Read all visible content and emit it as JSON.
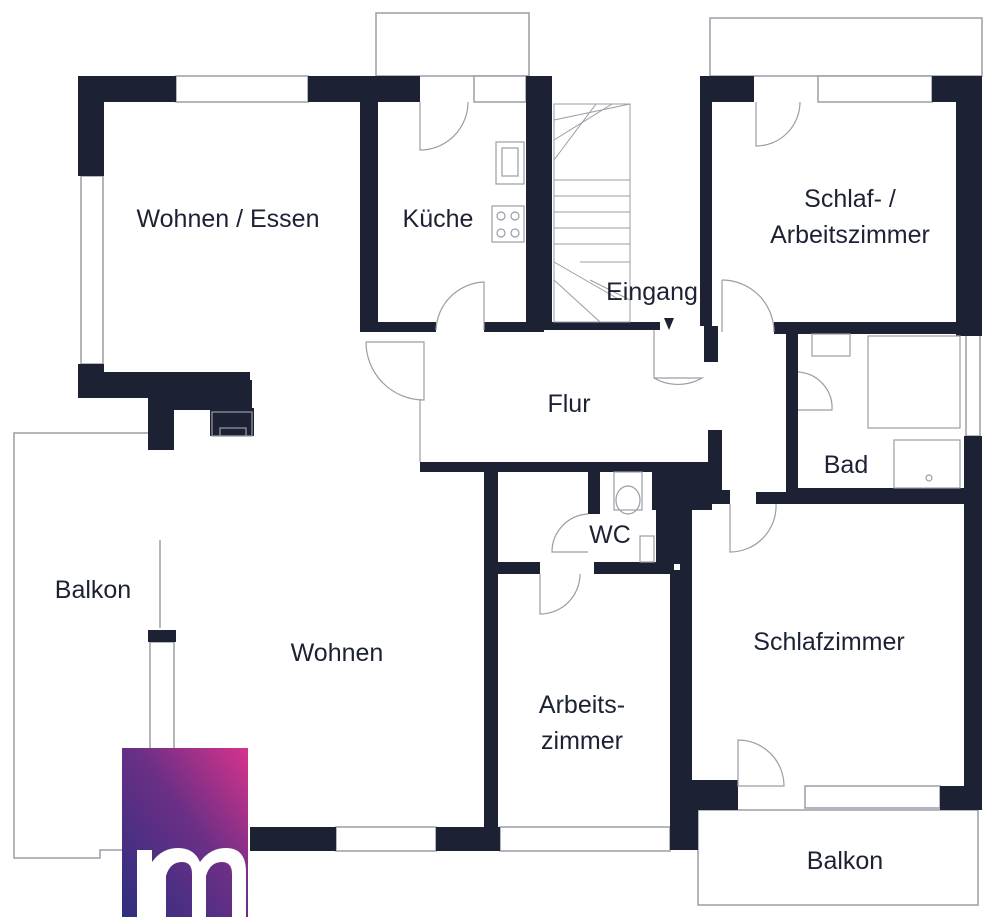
{
  "colors": {
    "wall": "#1c2233",
    "line": "#9a9da6",
    "logo_start": "#2e2f7f",
    "logo_end": "#d8338b"
  },
  "rooms": {
    "wohnen_essen": "Wohnen / Essen",
    "kueche": "Küche",
    "schlaf_arbeit_1": "Schlaf- /",
    "schlaf_arbeit_2": "Arbeitszimmer",
    "eingang": "Eingang",
    "flur": "Flur",
    "bad": "Bad",
    "wc": "WC",
    "balkon_left": "Balkon",
    "wohnen": "Wohnen",
    "schlafzimmer": "Schlafzimmer",
    "arbeitszimmer_1": "Arbeits-",
    "arbeitszimmer_2": "zimmer",
    "balkon_bottom": "Balkon"
  },
  "logo": {
    "icon": "m-logo-icon"
  }
}
